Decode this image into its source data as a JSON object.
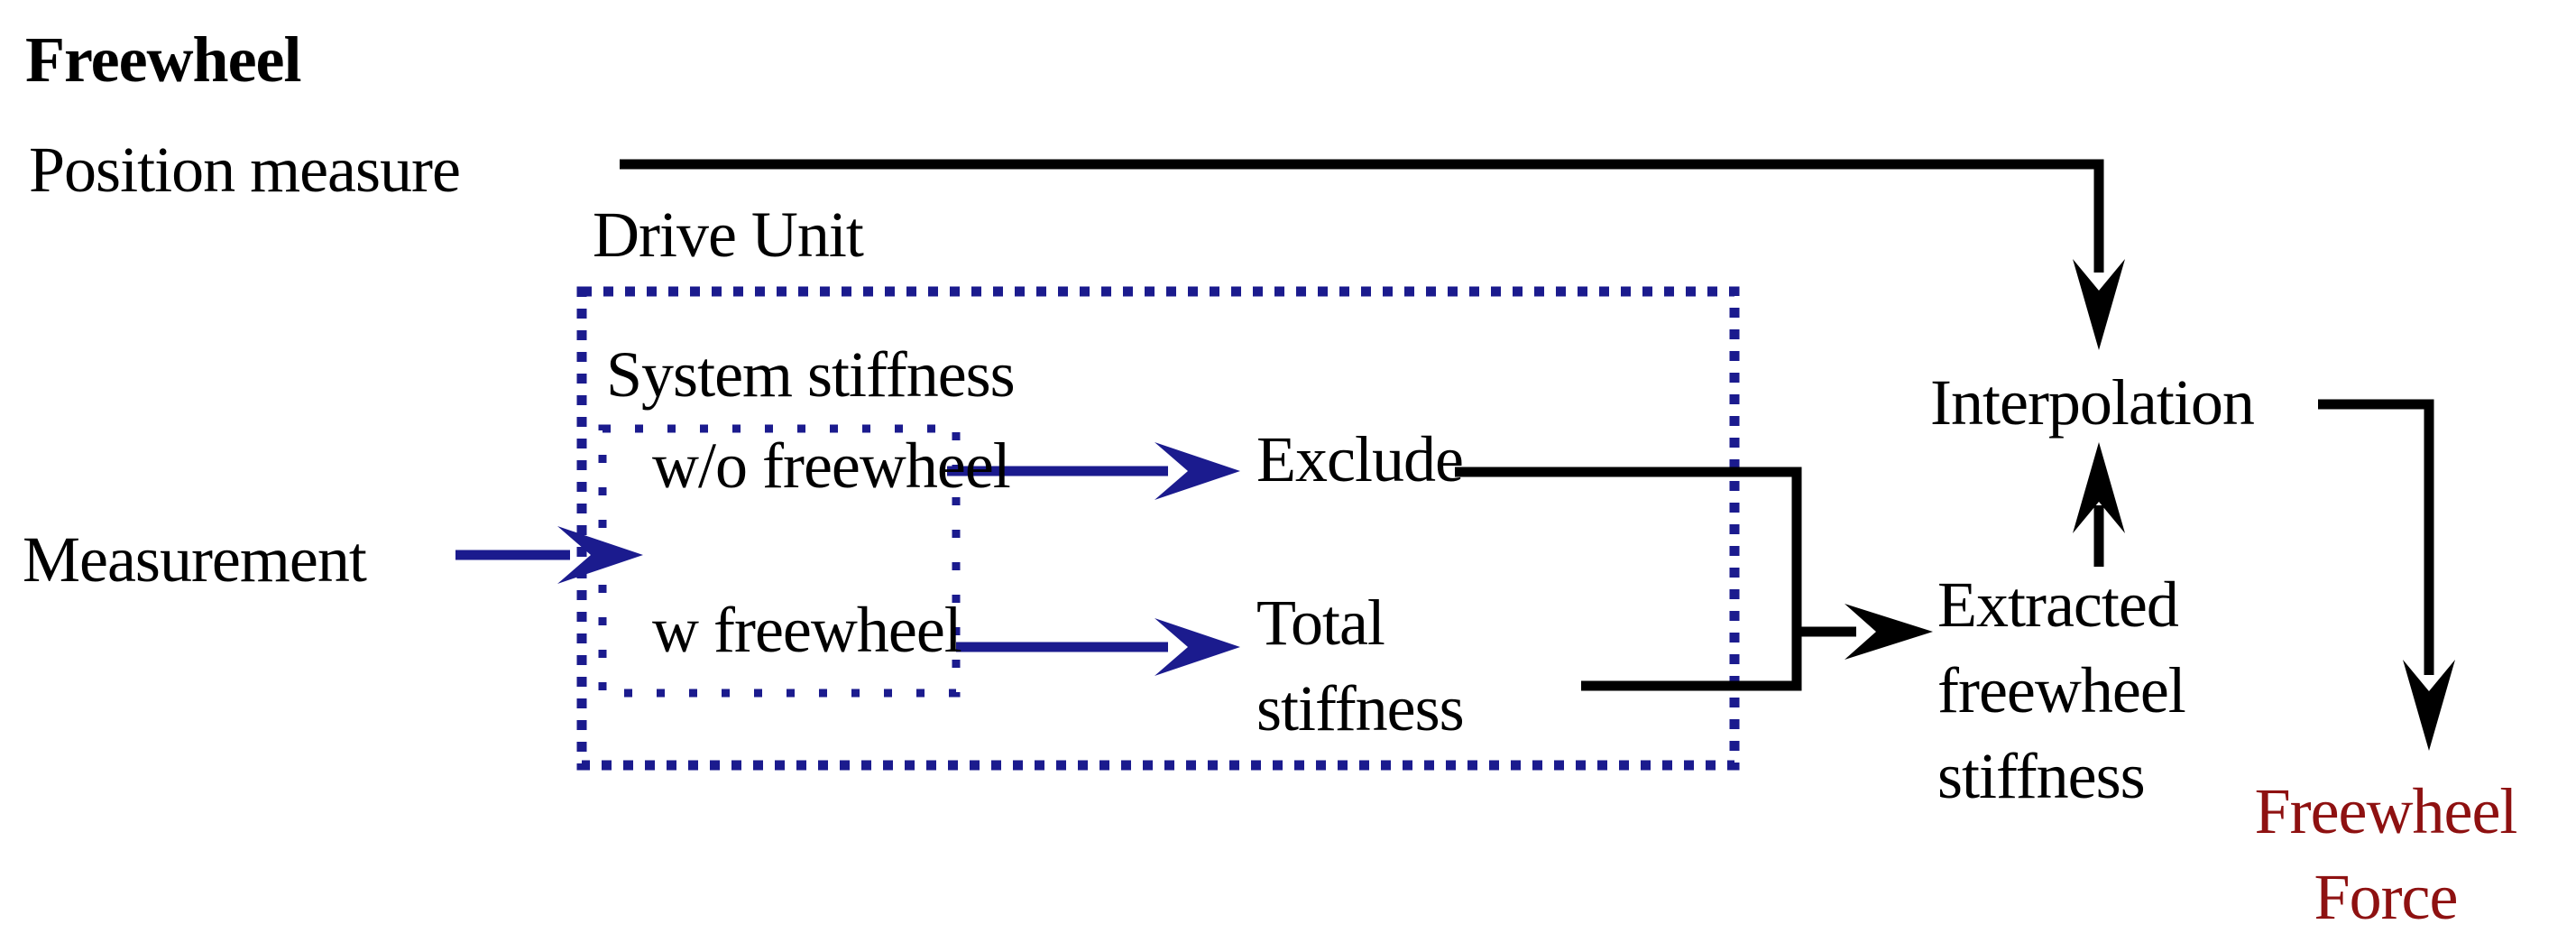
{
  "title": "Freewheel",
  "nodes": {
    "position_measure": "Position measure",
    "measurement": "Measurement",
    "drive_unit": "Drive Unit",
    "system_stiffness": "System stiffness",
    "without_freewheel": "w/o freewheel",
    "with_freewheel": "w freewheel",
    "exclude": "Exclude",
    "total_stiffness": "Total\nstiffness",
    "extracted_freewheel_stiffness": "Extracted\nfreewheel\nstiffness",
    "interpolation": "Interpolation",
    "freewheel_force": "Freewheel\nForce"
  },
  "colors": {
    "accent_blue": "#1b1b8e",
    "accent_red": "#8e1111",
    "line_black": "#000000",
    "background": "#ffffff"
  }
}
